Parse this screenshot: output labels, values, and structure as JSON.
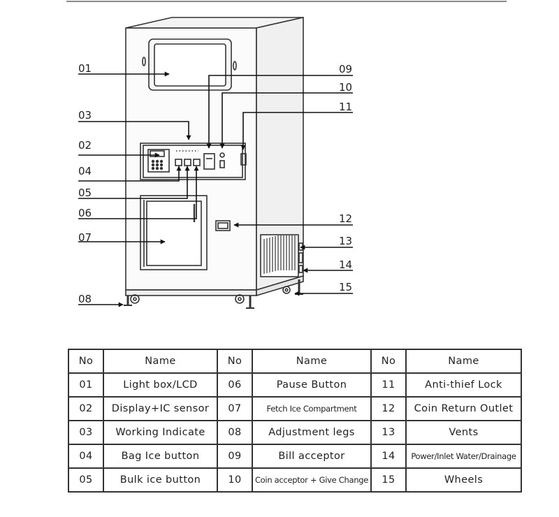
{
  "callouts": [
    {
      "no": "01"
    },
    {
      "no": "02"
    },
    {
      "no": "03"
    },
    {
      "no": "04"
    },
    {
      "no": "05"
    },
    {
      "no": "06"
    },
    {
      "no": "07"
    },
    {
      "no": "08"
    },
    {
      "no": "09"
    },
    {
      "no": "10"
    },
    {
      "no": "11"
    },
    {
      "no": "12"
    },
    {
      "no": "13"
    },
    {
      "no": "14"
    },
    {
      "no": "15"
    }
  ],
  "table": {
    "headers": [
      "No",
      "Name",
      "No",
      "Name",
      "No",
      "Name"
    ],
    "rows": [
      [
        "01",
        "Light box/LCD",
        "06",
        "Pause Button",
        "11",
        "Anti-thief Lock"
      ],
      [
        "02",
        "Display+IC sensor",
        "07",
        "Fetch Ice Compartment",
        "12",
        "Coin Return Outlet"
      ],
      [
        "03",
        "Working Indicate",
        "08",
        "Adjustment legs",
        "13",
        "Vents"
      ],
      [
        "04",
        "Bag Ice button",
        "09",
        "Bill acceptor",
        "14",
        "Power/Inlet Water/Drainage"
      ],
      [
        "05",
        "Bulk ice button",
        "10",
        "Coin acceptor + Give Change",
        "15",
        "Wheels"
      ]
    ]
  }
}
